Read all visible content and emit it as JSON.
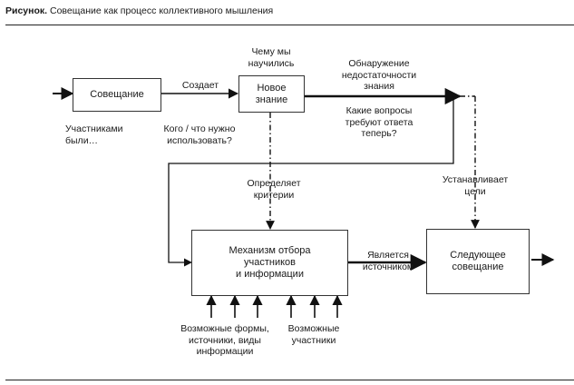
{
  "caption": {
    "prefix": "Рисунок.",
    "text": "Совещание как процесс коллективного мышления"
  },
  "boxes": {
    "meeting": "Совещание",
    "new_knowledge": "Новое\nзнание",
    "selection": "Механизм отбора\nучастников\nи информации",
    "next_meeting": "Следующее\nсовещание"
  },
  "labels": {
    "creates": "Создает",
    "what_we_learned": "Чему мы\nнаучились",
    "detection": "Обнаружение\nнедостаточности\nзнания",
    "which_questions": "Какие вопросы\nтребуют ответа\nтеперь?",
    "participants_were": "Участниками\nбыли…",
    "who_what_use": "Кого / что нужно\nиспользовать?",
    "defines_criteria": "Определяет\nкритерии",
    "sets_goals": "Устанавливает\nцели",
    "is_source": "Является\nисточником",
    "possible_forms": "Возможные формы,\nисточники, виды\nинформации",
    "possible_participants": "Возможные\nучастники"
  }
}
